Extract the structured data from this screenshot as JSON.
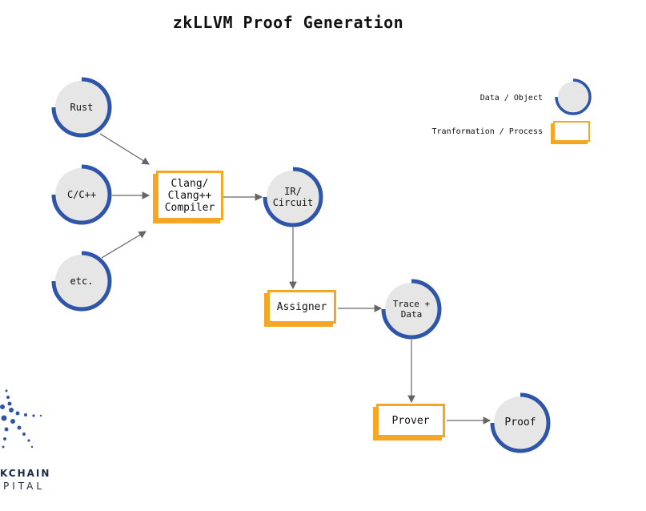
{
  "title": "zkLLVM Proof Generation",
  "colors": {
    "circle_fill": "#E6E6E6",
    "circle_ring": "#2E55A8",
    "box_border": "#F5A623",
    "arrow": "#666666",
    "logo": "#2E55A8"
  },
  "nodes": {
    "rust": "Rust",
    "cpp": "C/C++",
    "etc": "etc.",
    "compiler": [
      "Clang/",
      "Clang++",
      "Compiler"
    ],
    "ir": [
      "IR/",
      "Circuit"
    ],
    "assigner": "Assigner",
    "trace": [
      "Trace +",
      "Data"
    ],
    "prover": "Prover",
    "proof": "Proof"
  },
  "legend": {
    "data_object": "Data / Object",
    "transformation": "Tranformation / Process"
  },
  "logo": {
    "line1": "KCHAIN",
    "line2": "PITAL"
  }
}
